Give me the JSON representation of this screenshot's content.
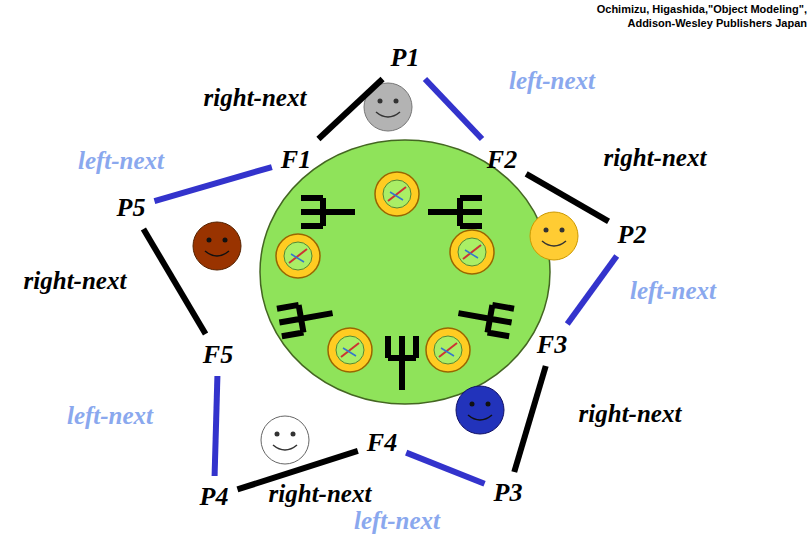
{
  "diagram": {
    "nodes": [
      {
        "text": [
          "P1"
        ]
      },
      {
        "text": [
          "F1"
        ]
      },
      {
        "text": [
          "F2"
        ]
      },
      {
        "text": [
          "P2"
        ]
      },
      {
        "text": [
          "F3"
        ]
      },
      {
        "text": [
          "P3"
        ]
      },
      {
        "text": [
          "F4"
        ]
      },
      {
        "text": [
          "P4"
        ]
      },
      {
        "text": [
          "F5"
        ]
      },
      {
        "text": [
          "P5"
        ]
      }
    ],
    "edges": [
      {
        "from": 0,
        "to": 1,
        "arrow": "none",
        "label": "right-next"
      },
      {
        "from": 0,
        "to": 2,
        "arrow": "none",
        "label": "left-next"
      },
      {
        "from": 3,
        "to": 2,
        "arrow": "none",
        "label": "right-next"
      },
      {
        "from": 3,
        "to": 4,
        "arrow": "none",
        "label": "left-next"
      },
      {
        "from": 5,
        "to": 4,
        "arrow": "none",
        "label": "right-next"
      },
      {
        "from": 5,
        "to": 6,
        "arrow": "none",
        "label": "left-next"
      },
      {
        "from": 7,
        "to": 6,
        "arrow": "none",
        "label": "right-next"
      },
      {
        "from": 7,
        "to": 8,
        "arrow": "none",
        "label": "left-next"
      },
      {
        "from": 9,
        "to": 8,
        "arrow": "none",
        "label": "right-next"
      },
      {
        "from": 9,
        "to": 1,
        "arrow": "none",
        "label": "left-next"
      }
    ],
    "labels": [
      "Ochimizu, Higashida,\"Object Modeling\",",
      "Addison-Wesley Publishers Japan"
    ]
  }
}
